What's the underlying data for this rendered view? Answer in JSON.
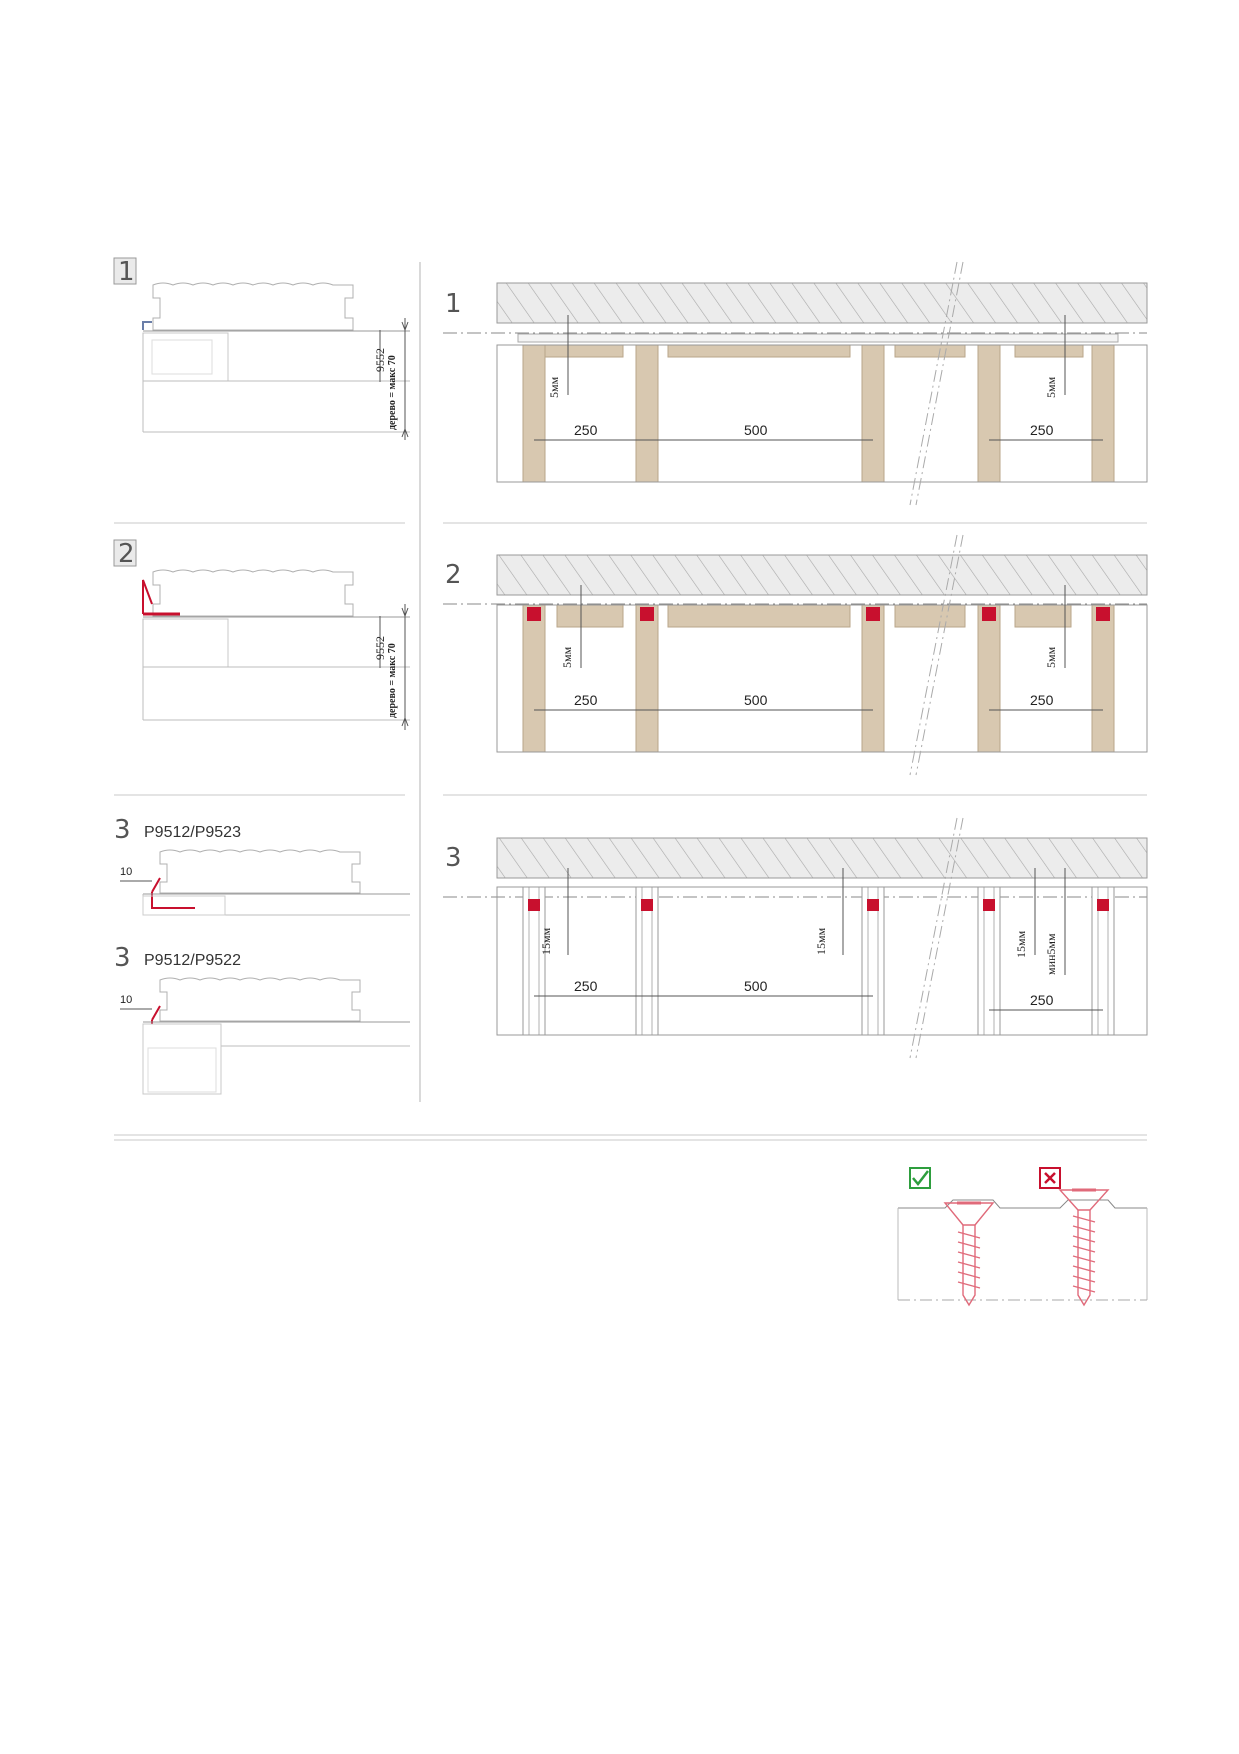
{
  "colors": {
    "post": "#d8c8b0",
    "post_stroke": "#b9a68a",
    "outline": "#9a9a9a",
    "clip": "#c8102e",
    "hatch": "#b0b0b0",
    "check": "#2e9e3e",
    "cross": "#c8102e"
  },
  "left": {
    "s1": {
      "num": "1",
      "code": "9552",
      "note": "дерево = макс 70"
    },
    "s2": {
      "num": "2",
      "code": "9552",
      "note": "дерево = макс 70"
    },
    "s3a": {
      "num": "3",
      "title": "P9512/P9523",
      "gap": "10"
    },
    "s3b": {
      "num": "3",
      "title": "P9512/P9522",
      "gap": "10"
    }
  },
  "right": {
    "r1": {
      "num": "1",
      "gap_left": "5мм",
      "gap_right": "5мм",
      "dims": [
        "250",
        "500",
        "250"
      ]
    },
    "r2": {
      "num": "2",
      "gap_left": "5мм",
      "gap_right": "5мм",
      "dims": [
        "250",
        "500",
        "250"
      ]
    },
    "r3": {
      "num": "3",
      "gap_left": "15мм",
      "gap_mid": "15мм",
      "gap_right1": "15мм",
      "gap_right2": "мин5мм",
      "dims": [
        "250",
        "500",
        "250"
      ]
    }
  },
  "screws": {
    "correct_icon": "check-icon",
    "wrong_icon": "cross-icon"
  }
}
